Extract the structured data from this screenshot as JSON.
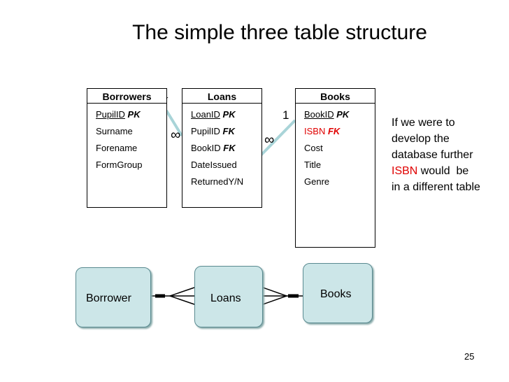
{
  "title": "The simple three table structure",
  "tables": {
    "borrowers": {
      "name": "Borrowers",
      "fields": [
        {
          "name": "PupilID",
          "key": "PK"
        },
        {
          "name": "Surname",
          "key": ""
        },
        {
          "name": "Forename",
          "key": ""
        },
        {
          "name": "FormGroup",
          "key": ""
        }
      ]
    },
    "loans": {
      "name": "Loans",
      "fields": [
        {
          "name": "LoanID",
          "key": "PK"
        },
        {
          "name": "PupilID",
          "key": "FK"
        },
        {
          "name": "BookID",
          "key": "FK"
        },
        {
          "name": "DateIssued",
          "key": ""
        },
        {
          "name": "ReturnedY/N",
          "key": ""
        }
      ]
    },
    "books": {
      "name": "Books",
      "fields": [
        {
          "name": "BookID",
          "key": "PK"
        },
        {
          "name": "ISBN",
          "key": "FK"
        },
        {
          "name": "Cost",
          "key": ""
        },
        {
          "name": "Title",
          "key": ""
        },
        {
          "name": "Genre",
          "key": ""
        }
      ]
    }
  },
  "cardinality": {
    "borrowers_one": "´",
    "loans_many_left": "∞",
    "books_one": "1",
    "loans_many_right": "∞"
  },
  "note": {
    "line1": "If we were to",
    "line2": "develop the",
    "line3": "database further",
    "isbn": "ISBN",
    "line4_rest": " would  be",
    "line5": "in a different table"
  },
  "entities": {
    "borrower": "Borrower",
    "loans": "Loans",
    "books": "Books"
  },
  "colors": {
    "entity_fill": "#cce6e8",
    "connector": "#a9d4d8",
    "highlight": "#e00000"
  },
  "page_number": "25"
}
